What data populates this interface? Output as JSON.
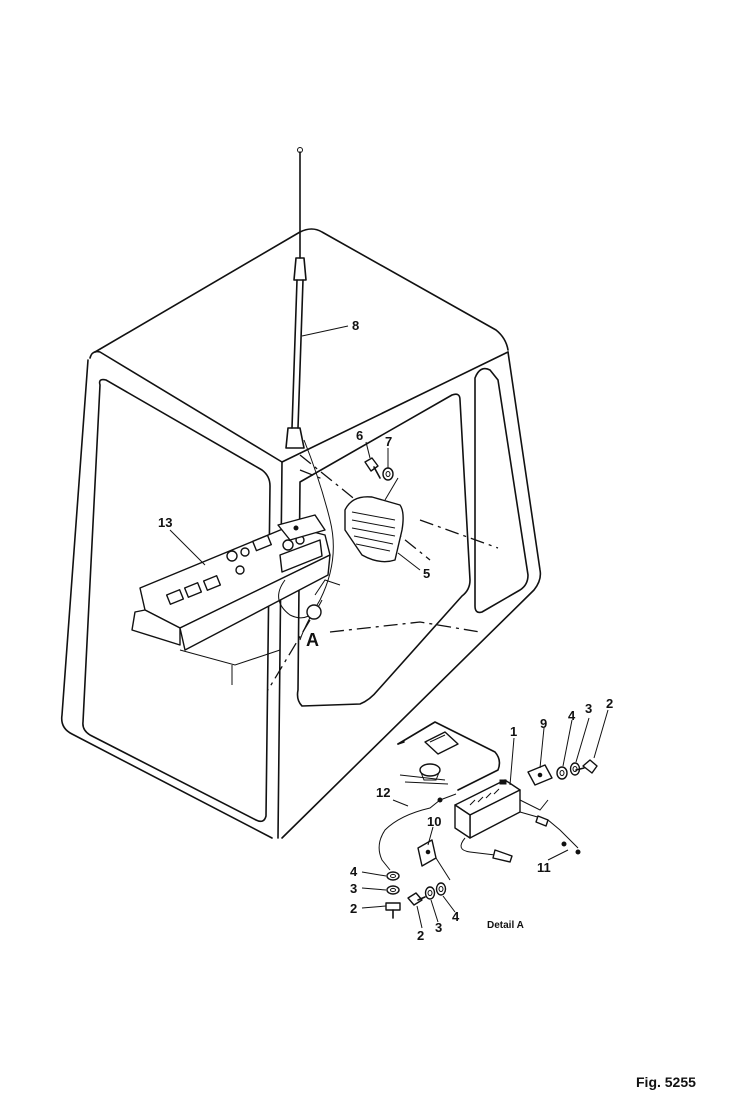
{
  "labels": {
    "p1": "1",
    "p2a": "2",
    "p2b": "2",
    "p2c": "2",
    "p3a": "3",
    "p3b": "3",
    "p3c": "3",
    "p4a": "4",
    "p4b": "4",
    "p4c": "4",
    "p5": "5",
    "p6": "6",
    "p7": "7",
    "p8": "8",
    "p9": "9",
    "p10": "10",
    "p11": "11",
    "p12": "12",
    "p13": "13",
    "view_a": "A"
  },
  "detail_caption": "Detail A",
  "figure_number": "Fig. 5255"
}
